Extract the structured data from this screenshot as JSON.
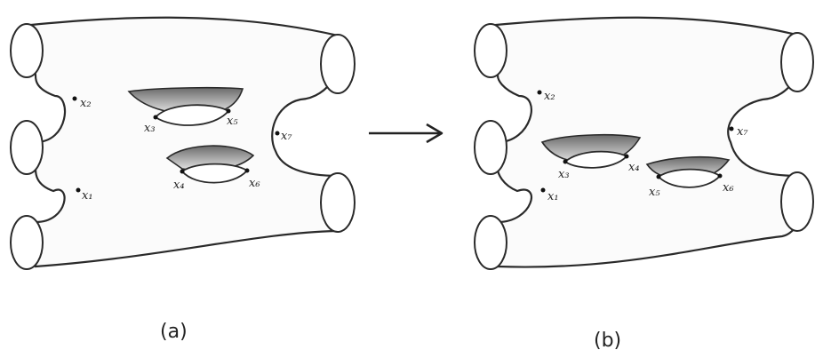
{
  "panels": [
    {
      "caption": "(a)",
      "points": [
        "x₁",
        "x₂",
        "x₃",
        "x₄",
        "x₅",
        "x₆",
        "x₇"
      ]
    },
    {
      "caption": "(b)",
      "points": [
        "x₁",
        "x₂",
        "x₃",
        "x₄",
        "x₅",
        "x₆",
        "x₇"
      ]
    }
  ],
  "arrow": "right-arrow"
}
